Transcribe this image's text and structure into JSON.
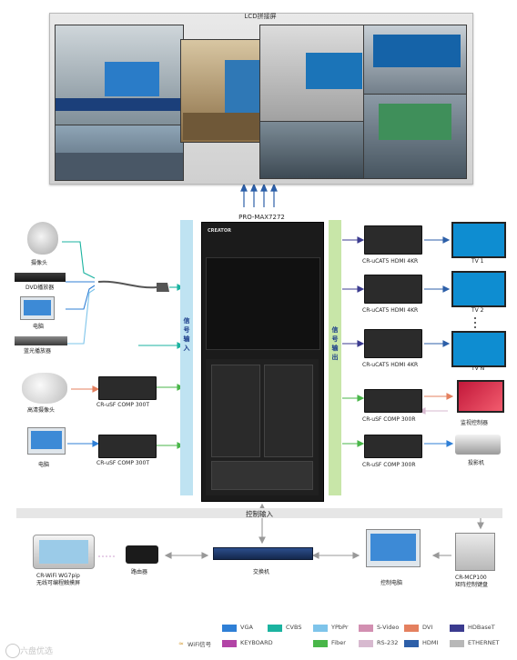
{
  "wall": {
    "title": "LCD拼接屏"
  },
  "matrix": {
    "model": "PRO-MAX7272",
    "brand": "CREATOR"
  },
  "bars": {
    "input": "信号输入",
    "output": "信号输出"
  },
  "sources": {
    "camera": "摄像头",
    "dvd": "DVD播放器",
    "pc": "电脑",
    "bluray": "蓝光播放器",
    "hd_camera": "高清摄像头",
    "pc2": "电脑",
    "comp_in_1": "CR-uSF COMP 300T",
    "comp_in_2": "CR-uSF COMP 300T"
  },
  "outputs": {
    "ucat_1": "CR-uCAT5 HDMI 4KR",
    "ucat_2": "CR-uCAT5 HDMI 4KR",
    "ucat_3": "CR-uCAT5 HDMI 4KR",
    "comp_out_1": "CR-uSF COMP 300R",
    "comp_out_2": "CR-uSF COMP 300R",
    "tv1": "TV 1",
    "tv2": "TV 2",
    "tvn": "TV N",
    "monitor": "监视控制器",
    "projector": "投影机"
  },
  "control": {
    "title": "控制输入",
    "tablet_line1": "CR-WiFi WG7pip",
    "tablet_line2": "无线可编程触摸屏",
    "router": "路由器",
    "switch": "交换机",
    "pc": "控制电脑",
    "keypad_line1": "CR-MCP100",
    "keypad_line2": "矩阵控制键盘"
  },
  "legend": {
    "wifi": "WiFi信号",
    "items": [
      {
        "label": "VGA",
        "color": "#2f7fd6"
      },
      {
        "label": "CVBS",
        "color": "#1bb3a0"
      },
      {
        "label": "YPbPr",
        "color": "#7ec4ea"
      },
      {
        "label": "S-Video",
        "color": "#d28fb1"
      },
      {
        "label": "DVI",
        "color": "#e4805f"
      },
      {
        "label": "HDBaseT",
        "color": "#3b3b8f"
      },
      {
        "label": "KEYBOARD",
        "color": "#b244a6"
      },
      {
        "label": "Fiber",
        "color": "#49b649"
      },
      {
        "label": "RS-232",
        "color": "#d7b9cf"
      },
      {
        "label": "HDMI",
        "color": "#2d5fa8"
      },
      {
        "label": "ETHERNET",
        "color": "#b8b8b8"
      }
    ]
  },
  "watermark": "六盘优选"
}
